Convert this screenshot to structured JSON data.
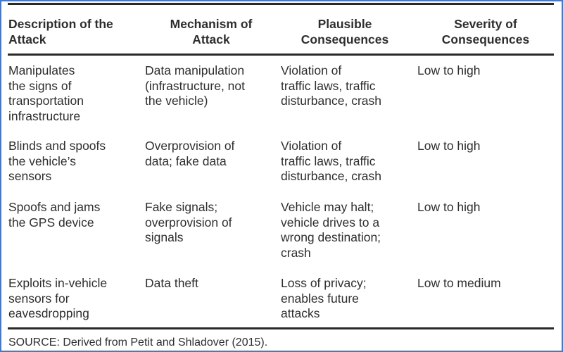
{
  "table": {
    "headers": [
      "Description of the\nAttack",
      "Mechanism of\nAttack",
      "Plausible\nConsequences",
      "Severity of\nConsequences"
    ],
    "rows": [
      [
        "Manipulates\nthe signs of\ntransportation\ninfrastructure",
        "Data manipulation\n(infrastructure, not\nthe vehicle)",
        "Violation of\ntraffic laws, traffic\ndisturbance, crash",
        "Low to high"
      ],
      [
        "Blinds and spoofs\nthe vehicle’s\nsensors",
        "Overprovision of\ndata; fake data",
        "Violation of\ntraffic laws, traffic\ndisturbance, crash",
        "Low to high"
      ],
      [
        "Spoofs and jams\nthe GPS device",
        "Fake signals;\noverprovision of\nsignals",
        "Vehicle may halt;\nvehicle drives to a\nwrong destination;\ncrash",
        "Low to high"
      ],
      [
        "Exploits in-vehicle\nsensors for\neavesdropping",
        "Data theft",
        "Loss of privacy;\nenables future\nattacks",
        "Low to medium"
      ]
    ]
  },
  "source": "SOURCE: Derived from Petit and Shladover (2015)."
}
